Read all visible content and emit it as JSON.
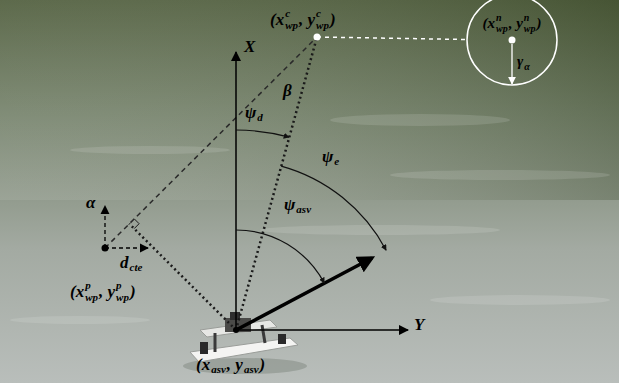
{
  "diagram": {
    "nodes": [
      {
        "text": [
          "(x",
          "n",
          "wp",
          ", y",
          "n",
          "wp",
          ")",
          "γ",
          "α"
        ]
      }
    ],
    "labels": [
      "(x",
      "c",
      "wp",
      ", y",
      "c",
      "wp",
      ")",
      "X",
      "β",
      "ψ",
      "d",
      "ψ",
      "e",
      "ψ",
      "asv",
      "α",
      "d",
      "cte",
      "Y",
      "(x",
      "p",
      "wp",
      ", y",
      "p",
      "wp",
      ")",
      "(x",
      "asv",
      ", y",
      "asv",
      ")"
    ]
  }
}
